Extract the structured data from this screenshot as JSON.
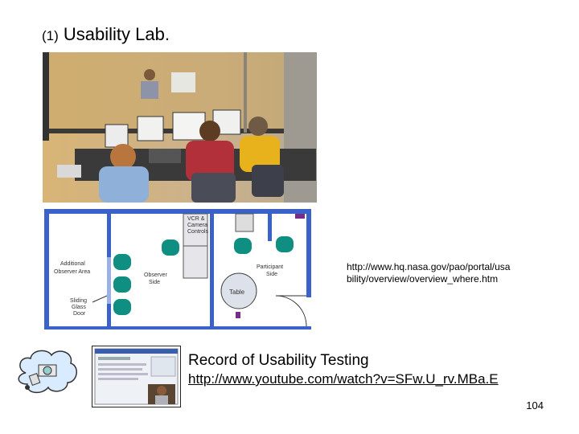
{
  "title": {
    "number": "(1)",
    "text": "Usability Lab."
  },
  "floorplan": {
    "labels": {
      "vcr": "VCR &",
      "camera": "Camera",
      "controls": "Controls",
      "additional1": "Additional",
      "additional2": "Observer Area",
      "observer1": "Observer",
      "observer2": "Side",
      "participant1": "Participant",
      "participant2": "Side",
      "table": "Table",
      "sliding1": "Sliding",
      "sliding2": "Glass",
      "sliding3": "Door"
    }
  },
  "source_url": "http://www.hq.nasa.gov/pao/portal/usability/overview/overview_where.htm",
  "record": {
    "title": "Record of Usability Testing",
    "link": "http://www.youtube.com/watch?v=SFw.U_rv.MBa.E"
  },
  "page_number": "104",
  "colors": {
    "wall": "#3b62c9",
    "chair": "#0f8f82",
    "purple": "#7a2a8a"
  }
}
